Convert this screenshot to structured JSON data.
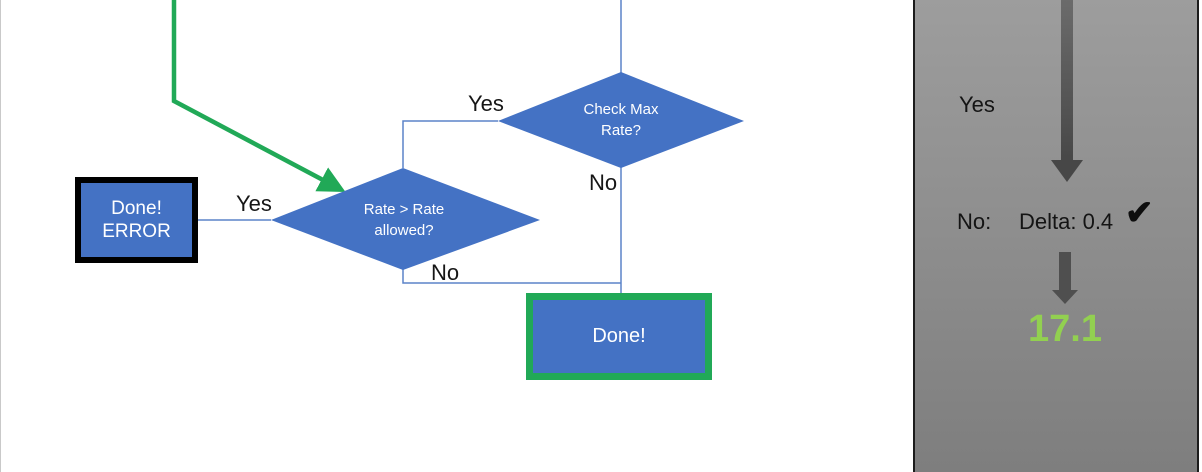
{
  "flowchart": {
    "diamond_check_max": {
      "line1": "Check Max",
      "line2": "Rate?"
    },
    "diamond_rate": {
      "line1": "Rate > Rate",
      "line2": "allowed?"
    },
    "box_done_error": {
      "line1": "Done!",
      "line2": "ERROR"
    },
    "box_done": {
      "label": "Done!"
    },
    "labels": {
      "yes_top": "Yes",
      "no_top": "No",
      "yes_left": "Yes",
      "no_bottom": "No"
    }
  },
  "side_panel": {
    "yes_label": "Yes",
    "no_label": "No:",
    "delta_label": "Delta: 0.4",
    "check_icon": "✔",
    "result_value": "17.1"
  },
  "colors": {
    "node_blue": "#4472c4",
    "connector_blue": "#5b83c9",
    "accent_green": "#21a957",
    "result_green": "#92d050",
    "panel_gray_top": "#9d9d9d",
    "panel_gray_bottom": "#7e7e7e"
  }
}
